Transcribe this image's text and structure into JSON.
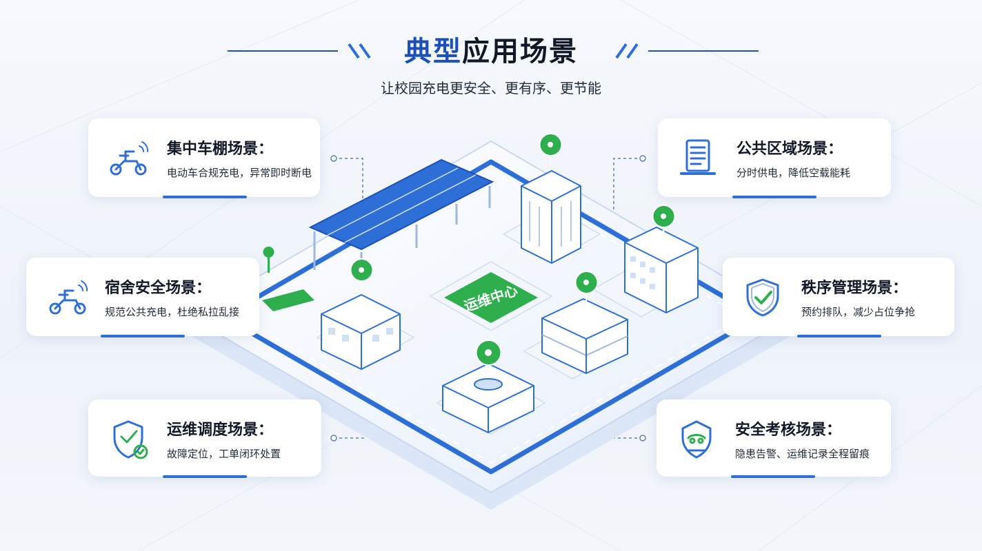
{
  "header": {
    "title_accent": "典型",
    "title_rest": "应用场景",
    "subtitle": "让校园充电更安全、更有序、更节能"
  },
  "center": {
    "label": "运维中心"
  },
  "scenes": [
    {
      "title": "集中车棚场景：",
      "desc": "电动车合规充电，异常即时断电",
      "icon": "scooter-icon"
    },
    {
      "title": "宿舍安全场景：",
      "desc": "规范公共充电，杜绝私拉乱接",
      "icon": "scooter-icon"
    },
    {
      "title": "运维调度场景：",
      "desc": "故障定位，工单闭环处置",
      "icon": "checklist-shield-icon"
    },
    {
      "title": "公共区域场景：",
      "desc": "分时供电，降低空载能耗",
      "icon": "document-stack-icon"
    },
    {
      "title": "秩序管理场景：",
      "desc": "预约排队，减少占位争抢",
      "icon": "shield-check-icon"
    },
    {
      "title": "安全考核场景：",
      "desc": "隐患告警、运维记录全程留痕",
      "icon": "badge-shield-icon"
    }
  ],
  "colors": {
    "primary_blue": "#2d6fd6",
    "dark_blue": "#1d4fb8",
    "green": "#2fae4e",
    "text": "#111827"
  }
}
